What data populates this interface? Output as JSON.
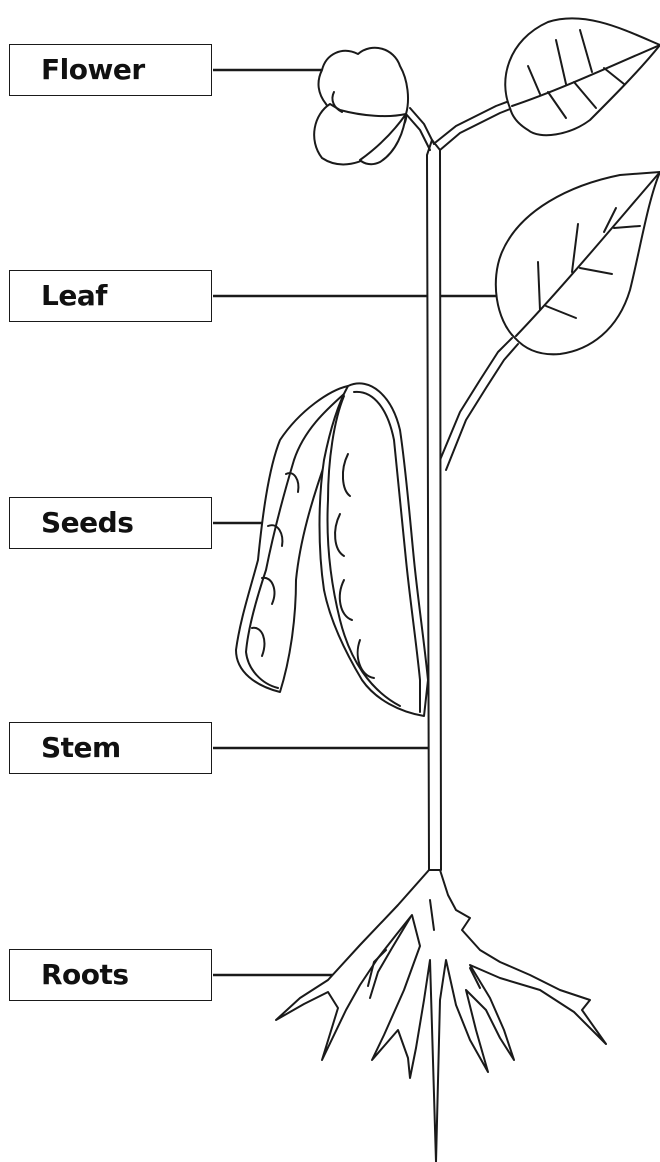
{
  "labels": {
    "flower": "Flower",
    "leaf": "Leaf",
    "seeds": "Seeds",
    "stem": "Stem",
    "roots": "Roots"
  },
  "colors": {
    "ink": "#1a1a1a",
    "background": "#ffffff"
  }
}
